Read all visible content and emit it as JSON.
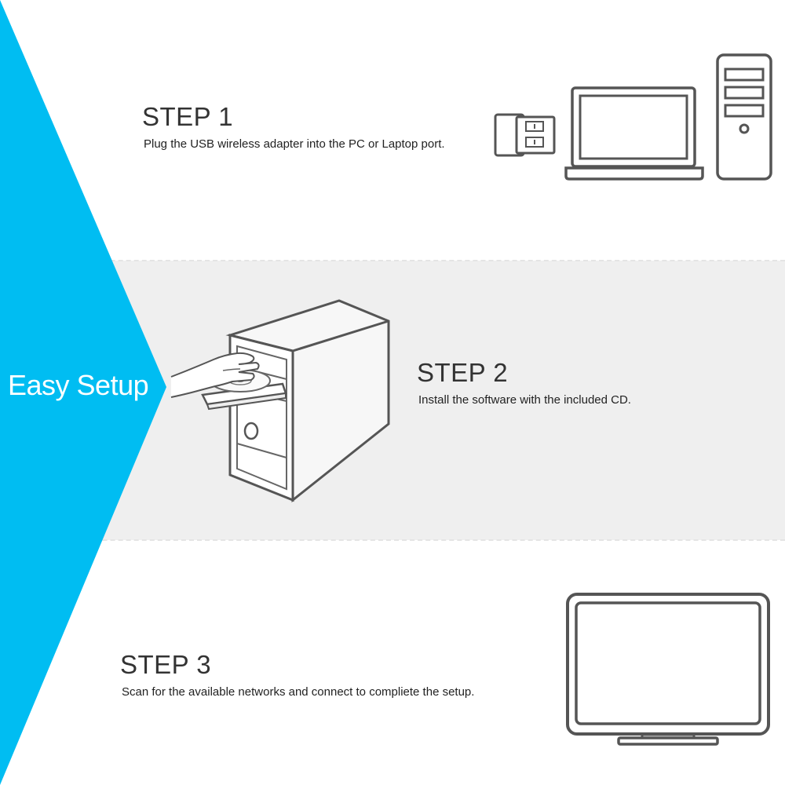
{
  "banner": {
    "label": "Easy Setup",
    "color": "#00bdf2"
  },
  "steps": [
    {
      "title": "STEP 1",
      "description": "Plug the USB wireless adapter into the PC or Laptop port.",
      "illustration": [
        "usb-adapter-icon",
        "laptop-icon",
        "desktop-tower-icon"
      ]
    },
    {
      "title": "STEP 2",
      "description": "Install the software with the included CD.",
      "illustration": [
        "pc-tower-cd-drive-icon",
        "hand-inserting-cd-icon"
      ]
    },
    {
      "title": "STEP 3",
      "description": "Scan for the available networks and connect to compliete the setup.",
      "illustration": [
        "monitor-icon"
      ]
    }
  ]
}
